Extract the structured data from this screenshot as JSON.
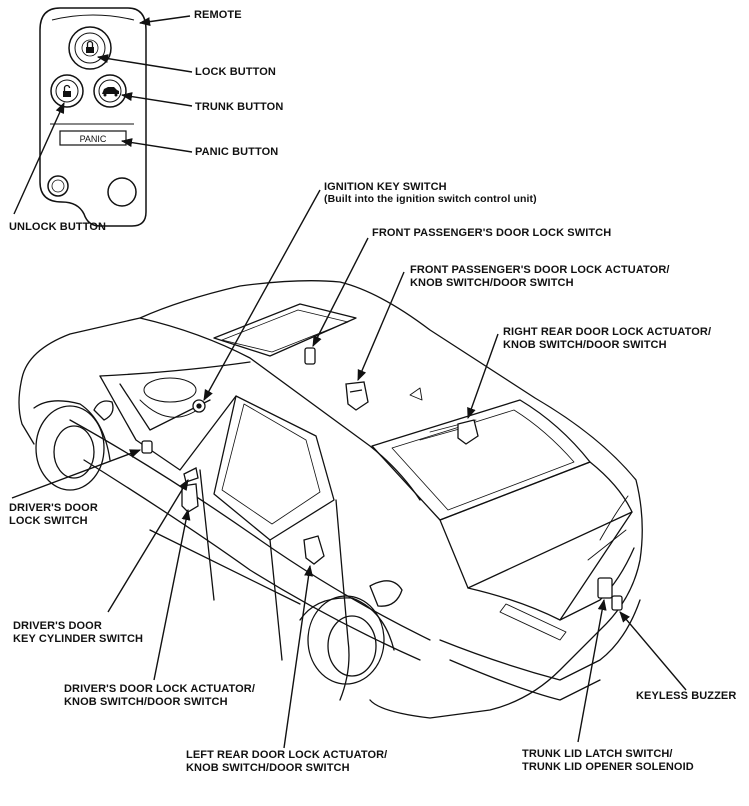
{
  "remote": {
    "panic_text": "PANIC"
  },
  "labels": {
    "remote": "REMOTE",
    "lock_button": "LOCK BUTTON",
    "trunk_button": "TRUNK BUTTON",
    "panic_button": "PANIC BUTTON",
    "unlock_button": "UNLOCK BUTTON",
    "ignition_key_switch": "IGNITION KEY SWITCH",
    "ignition_note": "(Built into the ignition switch control unit)",
    "front_passenger_lock_switch": "FRONT PASSENGER'S DOOR LOCK SWITCH",
    "front_passenger_actuator_1": "FRONT PASSENGER'S DOOR LOCK ACTUATOR/",
    "front_passenger_actuator_2": "KNOB SWITCH/DOOR SWITCH",
    "right_rear_actuator_1": "RIGHT REAR DOOR LOCK ACTUATOR/",
    "right_rear_actuator_2": "KNOB SWITCH/DOOR SWITCH",
    "drivers_lock_switch_1": "DRIVER'S DOOR",
    "drivers_lock_switch_2": "LOCK SWITCH",
    "drivers_key_cylinder_1": "DRIVER'S DOOR",
    "drivers_key_cylinder_2": "KEY CYLINDER SWITCH",
    "drivers_actuator_1": "DRIVER'S DOOR LOCK ACTUATOR/",
    "drivers_actuator_2": "KNOB SWITCH/DOOR SWITCH",
    "left_rear_actuator_1": "LEFT REAR DOOR LOCK ACTUATOR/",
    "left_rear_actuator_2": "KNOB SWITCH/DOOR SWITCH",
    "keyless_buzzer": "KEYLESS BUZZER",
    "trunk_latch_1": "TRUNK LID LATCH SWITCH/",
    "trunk_latch_2": "TRUNK LID OPENER SOLENOID"
  }
}
